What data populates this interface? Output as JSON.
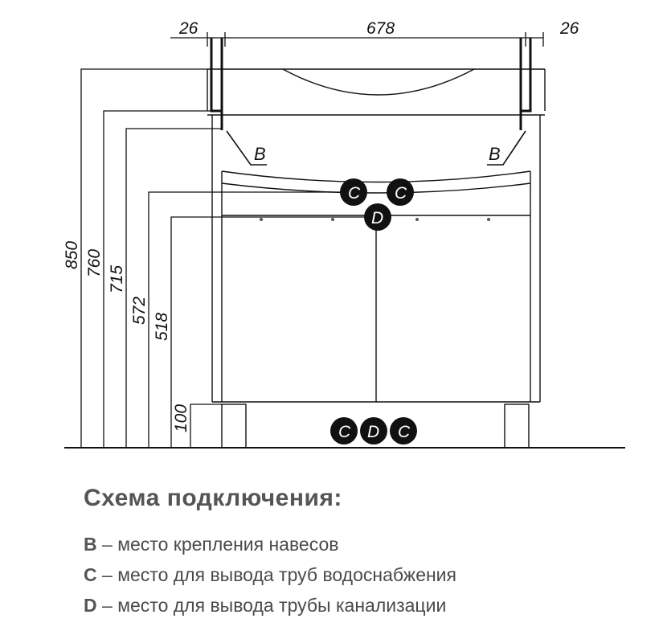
{
  "dimensions": {
    "top": [
      "26",
      "678",
      "26"
    ],
    "heights": [
      "850",
      "760",
      "715",
      "572",
      "518",
      "100"
    ]
  },
  "markers": {
    "B": "B",
    "C": "C",
    "D": "D"
  },
  "legend": {
    "title": "Схема подключения:",
    "items": [
      {
        "key": "B",
        "dash": " – ",
        "text": "место крепления навесов"
      },
      {
        "key": "C",
        "dash": " – ",
        "text": "место для вывода труб водоснабжения"
      },
      {
        "key": "D",
        "dash": " – ",
        "text": "место для вывода трубы канализации"
      }
    ]
  }
}
